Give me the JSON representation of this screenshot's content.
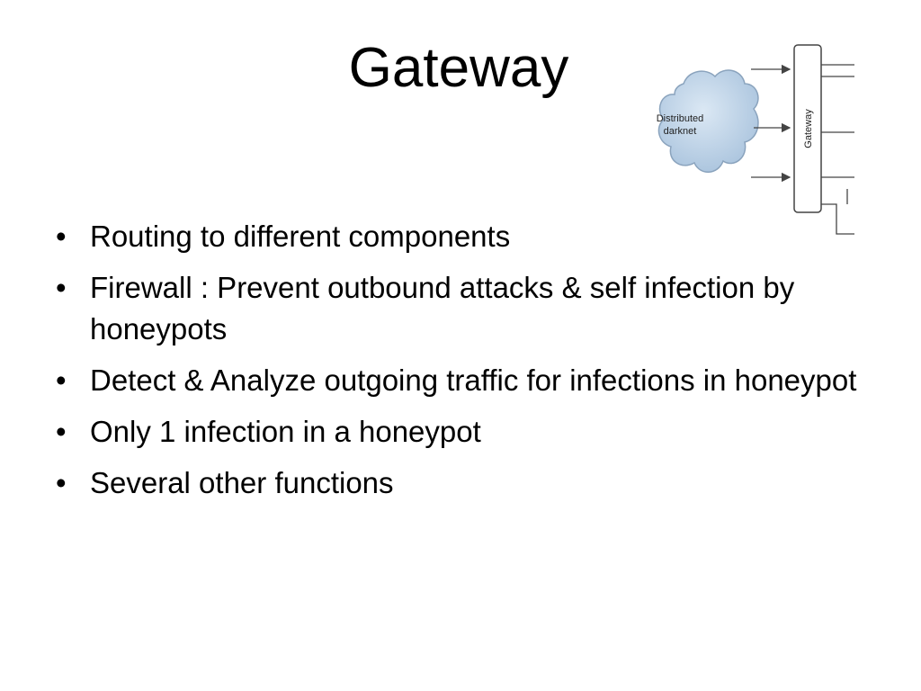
{
  "slide": {
    "title": "Gateway",
    "bullet_glyph": "•",
    "bullets": [
      "Routing to different components",
      "Firewall : Prevent outbound attacks & self infection by honeypots",
      "Detect & Analyze outgoing traffic for infections in honeypot",
      "Only 1 infection in a honeypot",
      "Several other functions"
    ]
  },
  "diagram": {
    "cloud_label_line1": "Distributed",
    "cloud_label_line2": "darknet",
    "gateway_label": "Gateway",
    "cloud_color": "#b7cfe6",
    "cloud_stroke": "#8aa3bd",
    "line_color": "#444444"
  }
}
